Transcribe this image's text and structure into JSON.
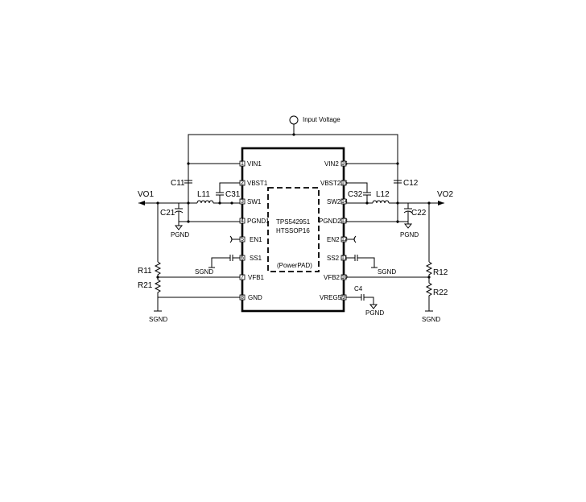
{
  "diagram": {
    "input_voltage": "Input Voltage",
    "chip": {
      "part": "TPS542951",
      "package": "HTSSOP16",
      "pad": "(PowerPAD)"
    },
    "pins_left": [
      {
        "num": "1",
        "name": "VIN1"
      },
      {
        "num": "2",
        "name": "VBST1"
      },
      {
        "num": "3",
        "name": "SW1"
      },
      {
        "num": "4",
        "name": "PGND1"
      },
      {
        "num": "5",
        "name": "EN1"
      },
      {
        "num": "6",
        "name": "SS1"
      },
      {
        "num": "7",
        "name": "VFB1"
      },
      {
        "num": "8",
        "name": "GND"
      }
    ],
    "pins_right": [
      {
        "num": "16",
        "name": "VIN2"
      },
      {
        "num": "15",
        "name": "VBST2"
      },
      {
        "num": "14",
        "name": "SW2"
      },
      {
        "num": "13",
        "name": "PGND2"
      },
      {
        "num": "12",
        "name": "EN2"
      },
      {
        "num": "11",
        "name": "SS2"
      },
      {
        "num": "10",
        "name": "VFB2"
      },
      {
        "num": "9",
        "name": "VREG5"
      }
    ],
    "components": {
      "c11": "C11",
      "c12": "C12",
      "c31": "C31",
      "c32": "C32",
      "l11": "L11",
      "l12": "L12",
      "c21": "C21",
      "c22": "C22",
      "r11": "R11",
      "r21": "R21",
      "r12": "R12",
      "r22": "R22",
      "c4": "C4"
    },
    "nets": {
      "vo1": "VO1",
      "vo2": "VO2",
      "pgnd_left": "PGND",
      "pgnd_right": "PGND",
      "pgnd_c4": "PGND",
      "sgnd_ss1": "SGND",
      "sgnd_ss2": "SGND",
      "sgnd_left": "SGND",
      "sgnd_right": "SGND"
    }
  }
}
